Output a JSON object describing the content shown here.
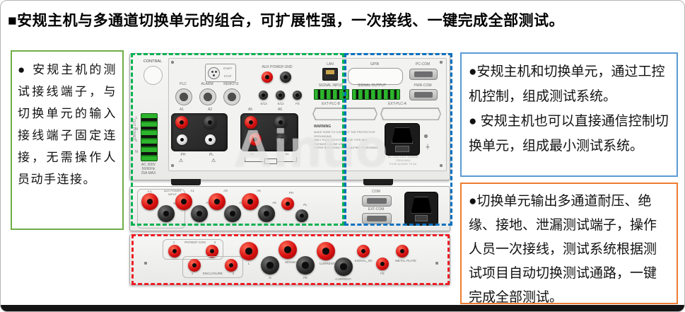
{
  "page": {
    "title": "■安规主机与多通道切换单元的组合，可扩展性强，一次接线、一键完成全部测试。"
  },
  "callouts": {
    "left": {
      "text": "● 安规主机的测试接线端子，与切换单元的输入接线端子固定连接，无需操作人员动手连接。",
      "border_color": "#70ad47"
    },
    "top_right": {
      "text": "●安规主机和切换单元，通过工控机控制，组成测试系统。\n● 安规主机也可以直接通信控制切换单元，组成最小测试系统。",
      "border_color": "#5b9bd5"
    },
    "bottom_right": {
      "text": "●切换单元输出多通道耐压、绝缘、接地、泄漏测试端子，操作人员一次接线，测试系统根据测试项目自动切换测试通路，一键完成全部测试。",
      "border_color": "#ed7d31"
    }
  },
  "overlays": {
    "main_section_dash_color": "#00b050",
    "comm_section_dash_color": "#0070c0",
    "output_section_dash_color": "#ec1c24"
  },
  "device": {
    "watermark": "Ainuo",
    "main_unit": {
      "contral": "CONTRAL",
      "l": "L",
      "n": "N",
      "out_power": "OUT POWER",
      "ac_rating": "AC 300V\n50/60Hz\n25A MAX",
      "plc": "PLC",
      "alarm": "ALARM",
      "remote": "REMOTE",
      "start": "START",
      "stop": "STOP",
      "aux_power_gnd": "AUX POWER  GND",
      "s13": "S/13",
      "s12": "S/12",
      "fe": "FE",
      "a1": "A1",
      "a2": "A2",
      "a5": "A5",
      "a6": "A6",
      "ph": "PH",
      "pl": "PL",
      "s3": "S3",
      "s4": "S4",
      "warn_sign": "⚠",
      "lan": "LAN",
      "gpib": "GPIB",
      "pc_com": "PC-COM",
      "signal_input": "SIGNAL INPUT",
      "signal_output": "SIGNAL OUTPUT",
      "pwr_com": "PWR-COM",
      "ext_plc_b": "EXT-PLC-B",
      "ext_plc_a": "EXT-PLC-A",
      "warning_title": "WARNING",
      "warning_text": "MAKE SURE TO CONNECT THE PROTECTIVE\nGROUNDING\nONLY FUSE WITH THE SAME TYPE AND\nRATINGS CAN BE USED\nREFER SERVICING TO QUALIFIED PERSONNEL",
      "ac_rating_right": "AC 220V-240V 50/60Hz\n700VA MAX\nFUSE AC250V T6.3A",
      "ground_symbol": "⏚"
    },
    "switch_unit": {
      "al": "A.L",
      "aux_power_input": "AUX POWER\nINPUT",
      "n": "N",
      "a1": "A1",
      "a2": "A2",
      "a3": "A3",
      "a4": "A4",
      "a5": "A5",
      "a6": "A6",
      "ph": "PH",
      "pl": "PL",
      "com": "COM",
      "ext_com": "EXT-COM"
    },
    "output_unit": {
      "num1": "1",
      "num2": "2",
      "patient_con": "PATIENT CON",
      "enclosure": "ENCLOSURE",
      "l": "L",
      "n": "N",
      "sense_plus": "SENSE+",
      "pe": "PE",
      "current_plus": "CURRENT+",
      "current_minus": "CURRENT-",
      "signal_io": "SIGNAL_I/O",
      "fe": "FE",
      "metal_plate": "METAL PLATE"
    }
  }
}
